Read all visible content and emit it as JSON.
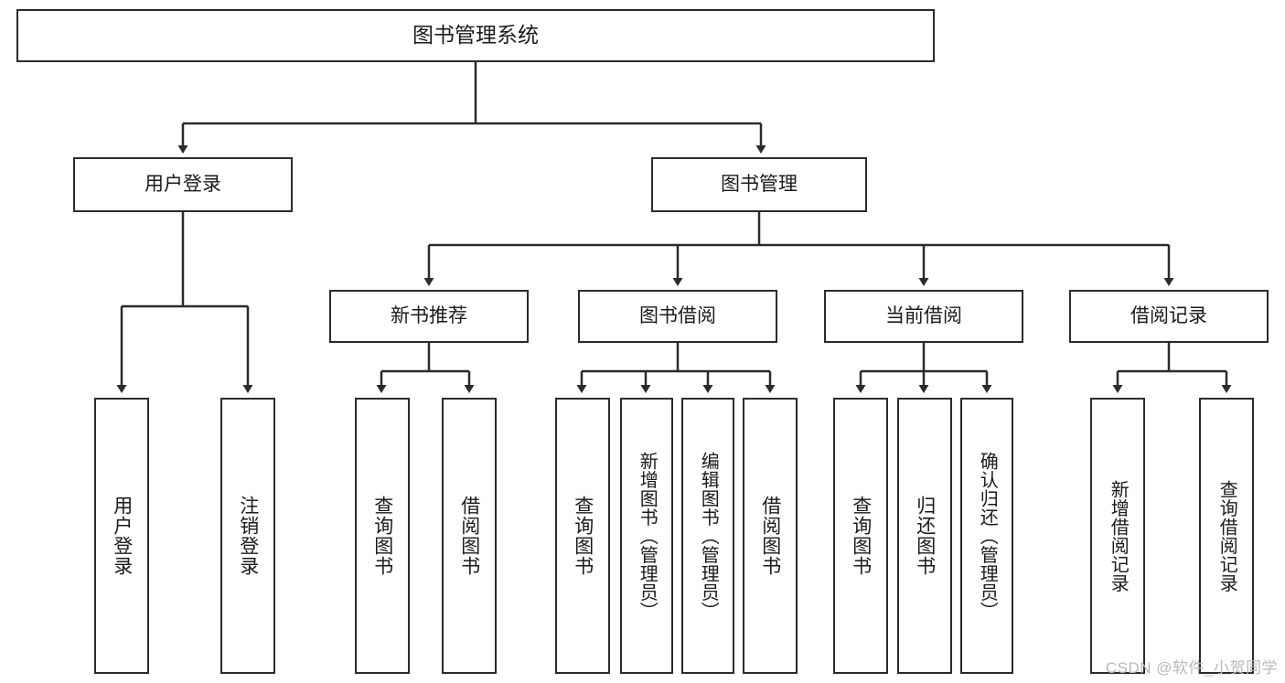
{
  "diagram": {
    "title": "图书管理系统",
    "type": "功能结构图",
    "background_color": "#ffffff",
    "line_color": "#2b2b2b",
    "text_color": "#1a1a1a"
  },
  "watermark": {
    "text": "CSDN @软件_小贺同学",
    "color": "#b9b9b9"
  },
  "nodes": {
    "root": {
      "label": "图书管理系统"
    },
    "level1": [
      {
        "label": "用户登录"
      },
      {
        "label": "图书管理"
      }
    ],
    "level2": [
      {
        "label": "新书推荐"
      },
      {
        "label": "图书借阅"
      },
      {
        "label": "当前借阅"
      },
      {
        "label": "借阅记录"
      }
    ],
    "leaves": [
      {
        "label": "用户登录"
      },
      {
        "label": "注销登录"
      },
      {
        "label": "查询图书"
      },
      {
        "label": "借阅图书"
      },
      {
        "label": "查询图书"
      },
      {
        "label": "新增图书（管理员）"
      },
      {
        "label": "编辑图书（管理员）"
      },
      {
        "label": "借阅图书"
      },
      {
        "label": "查询图书"
      },
      {
        "label": "归还图书"
      },
      {
        "label": "确认归还（管理员）"
      },
      {
        "label": "新增借阅记录"
      },
      {
        "label": "查询借阅记录"
      }
    ]
  },
  "hierarchy": {
    "图书管理系统": [
      "用户登录",
      "图书管理"
    ],
    "用户登录": [
      "用户登录",
      "注销登录"
    ],
    "图书管理": [
      "新书推荐",
      "图书借阅",
      "当前借阅",
      "借阅记录"
    ],
    "新书推荐": [
      "查询图书",
      "借阅图书"
    ],
    "图书借阅": [
      "查询图书",
      "新增图书（管理员）",
      "编辑图书（管理员）",
      "借阅图书"
    ],
    "当前借阅": [
      "查询图书",
      "归还图书",
      "确认归还（管理员）"
    ],
    "借阅记录": [
      "新增借阅记录",
      "查询借阅记录"
    ]
  }
}
